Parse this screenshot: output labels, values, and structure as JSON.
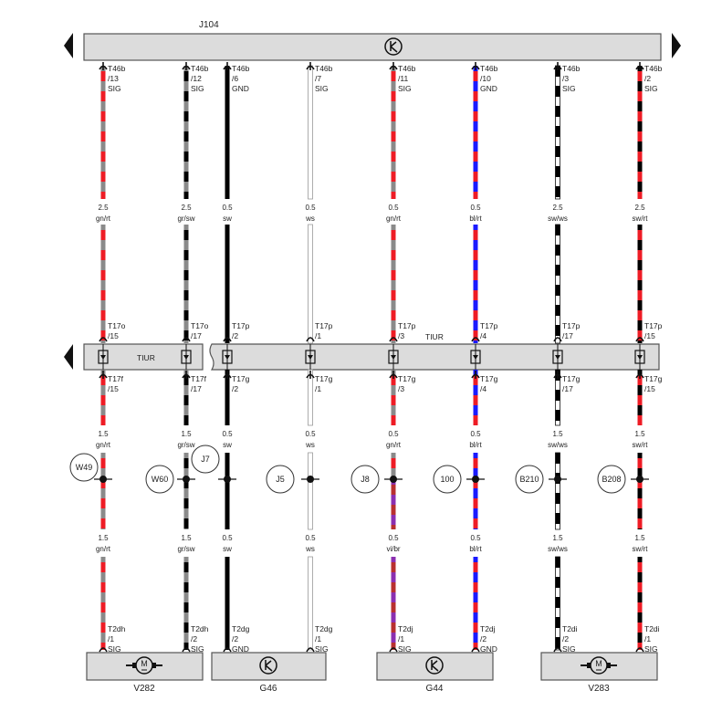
{
  "top_component": {
    "name": "J104",
    "symbol": "sensor-symbol"
  },
  "middle_connector": {
    "labels": [
      "TIUR",
      "TIUR"
    ]
  },
  "colors": {
    "gn": "#8a8a8a",
    "gr": "#8a8a8a",
    "rt": "#ee1c25",
    "sw": "#000000",
    "ws": "#ffffff",
    "bl": "#1a1aff",
    "vi": "#8b2fb0",
    "br": "#b83030",
    "box": "#dcdcdc"
  },
  "columns": [
    {
      "top_pin": [
        "T46b",
        "/13",
        "SIG"
      ],
      "upper_gauge": [
        "2.5",
        "gn/rt"
      ],
      "t17_top": [
        "T17o",
        "/15"
      ],
      "t17_bot": [
        "T17f",
        "/15"
      ],
      "mid_gauge": [
        "1.5",
        "gn/rt"
      ],
      "splice": "W49",
      "low_gauge": [
        "1.5",
        "gn/rt"
      ],
      "bot_pin": [
        "T2dh",
        "/1",
        "SIG"
      ],
      "wire_up": [
        "gn",
        "rt"
      ],
      "wire_low": [
        "gn",
        "rt"
      ]
    },
    {
      "top_pin": [
        "T46b",
        "/12",
        "SIG"
      ],
      "upper_gauge": [
        "2.5",
        "gr/sw"
      ],
      "t17_top": [
        "T17o",
        "/17"
      ],
      "t17_bot": [
        "T17f",
        "/17"
      ],
      "mid_gauge": [
        "1.5",
        "gr/sw"
      ],
      "splice": "W60",
      "low_gauge": [
        "1.5",
        "gr/sw"
      ],
      "bot_pin": [
        "T2dh",
        "/2",
        "SIG"
      ],
      "wire_up": [
        "gr",
        "sw"
      ],
      "wire_low": [
        "gr",
        "sw"
      ]
    },
    {
      "top_pin": [
        "T46b",
        "/6",
        "GND"
      ],
      "upper_gauge": [
        "0.5",
        "sw"
      ],
      "t17_top": [
        "T17p",
        "/2"
      ],
      "t17_bot": [
        "T17g",
        "/2"
      ],
      "mid_gauge": [
        "0.5",
        "sw"
      ],
      "splice": "J7",
      "low_gauge": [
        "0.5",
        "sw"
      ],
      "bot_pin": [
        "T2dg",
        "/2",
        "GND"
      ],
      "wire_up": [
        "sw",
        "sw"
      ],
      "wire_low": [
        "sw",
        "sw"
      ]
    },
    {
      "top_pin": [
        "T46b",
        "/7",
        "SIG"
      ],
      "upper_gauge": [
        "0.5",
        "ws"
      ],
      "t17_top": [
        "T17p",
        "/1"
      ],
      "t17_bot": [
        "T17g",
        "/1"
      ],
      "mid_gauge": [
        "0.5",
        "ws"
      ],
      "splice": "J5",
      "low_gauge": [
        "0.5",
        "ws"
      ],
      "bot_pin": [
        "T2dg",
        "/1",
        "SIG"
      ],
      "wire_up": [
        "ws",
        "ws"
      ],
      "wire_low": [
        "ws",
        "ws"
      ]
    },
    {
      "top_pin": [
        "T46b",
        "/11",
        "SIG"
      ],
      "upper_gauge": [
        "0.5",
        "gn/rt"
      ],
      "t17_top": [
        "T17p",
        "/3"
      ],
      "t17_bot": [
        "T17g",
        "/3"
      ],
      "mid_gauge": [
        "0.5",
        "gn/rt"
      ],
      "splice": "J8",
      "low_gauge": [
        "0.5",
        "vi/br"
      ],
      "bot_pin": [
        "T2dj",
        "/1",
        "SIG"
      ],
      "wire_up": [
        "gn",
        "rt"
      ],
      "wire_low": [
        "vi",
        "br"
      ]
    },
    {
      "top_pin": [
        "T46b",
        "/10",
        "GND"
      ],
      "upper_gauge": [
        "0.5",
        "bl/rt"
      ],
      "t17_top": [
        "T17p",
        "/4"
      ],
      "t17_bot": [
        "T17g",
        "/4"
      ],
      "mid_gauge": [
        "0.5",
        "bl/rt"
      ],
      "splice": "100",
      "low_gauge": [
        "0.5",
        "bl/rt"
      ],
      "bot_pin": [
        "T2dj",
        "/2",
        "GND"
      ],
      "wire_up": [
        "bl",
        "rt"
      ],
      "wire_low": [
        "bl",
        "rt"
      ]
    },
    {
      "top_pin": [
        "T46b",
        "/3",
        "SIG"
      ],
      "upper_gauge": [
        "2.5",
        "sw/ws"
      ],
      "t17_top": [
        "T17p",
        "/17"
      ],
      "t17_bot": [
        "T17g",
        "/17"
      ],
      "mid_gauge": [
        "1.5",
        "sw/ws"
      ],
      "splice": "B210",
      "low_gauge": [
        "1.5",
        "sw/ws"
      ],
      "bot_pin": [
        "T2di",
        "/2",
        "SIG"
      ],
      "wire_up": [
        "sw",
        "ws"
      ],
      "wire_low": [
        "sw",
        "ws"
      ]
    },
    {
      "top_pin": [
        "T46b",
        "/2",
        "SIG"
      ],
      "upper_gauge": [
        "2.5",
        "sw/rt"
      ],
      "t17_top": [
        "T17p",
        "/15"
      ],
      "t17_bot": [
        "T17g",
        "/15"
      ],
      "mid_gauge": [
        "1.5",
        "sw/rt"
      ],
      "splice": "B208",
      "low_gauge": [
        "1.5",
        "sw/rt"
      ],
      "bot_pin": [
        "T2di",
        "/1",
        "SIG"
      ],
      "wire_up": [
        "sw",
        "rt"
      ],
      "wire_low": [
        "sw",
        "rt"
      ]
    }
  ],
  "bottom_components": [
    {
      "name": "V282",
      "symbol": "motor-symbol",
      "motor_letter": "M"
    },
    {
      "name": "G46",
      "symbol": "sensor-symbol"
    },
    {
      "name": "G44",
      "symbol": "sensor-symbol"
    },
    {
      "name": "V283",
      "symbol": "motor-symbol",
      "motor_letter": "M"
    }
  ]
}
